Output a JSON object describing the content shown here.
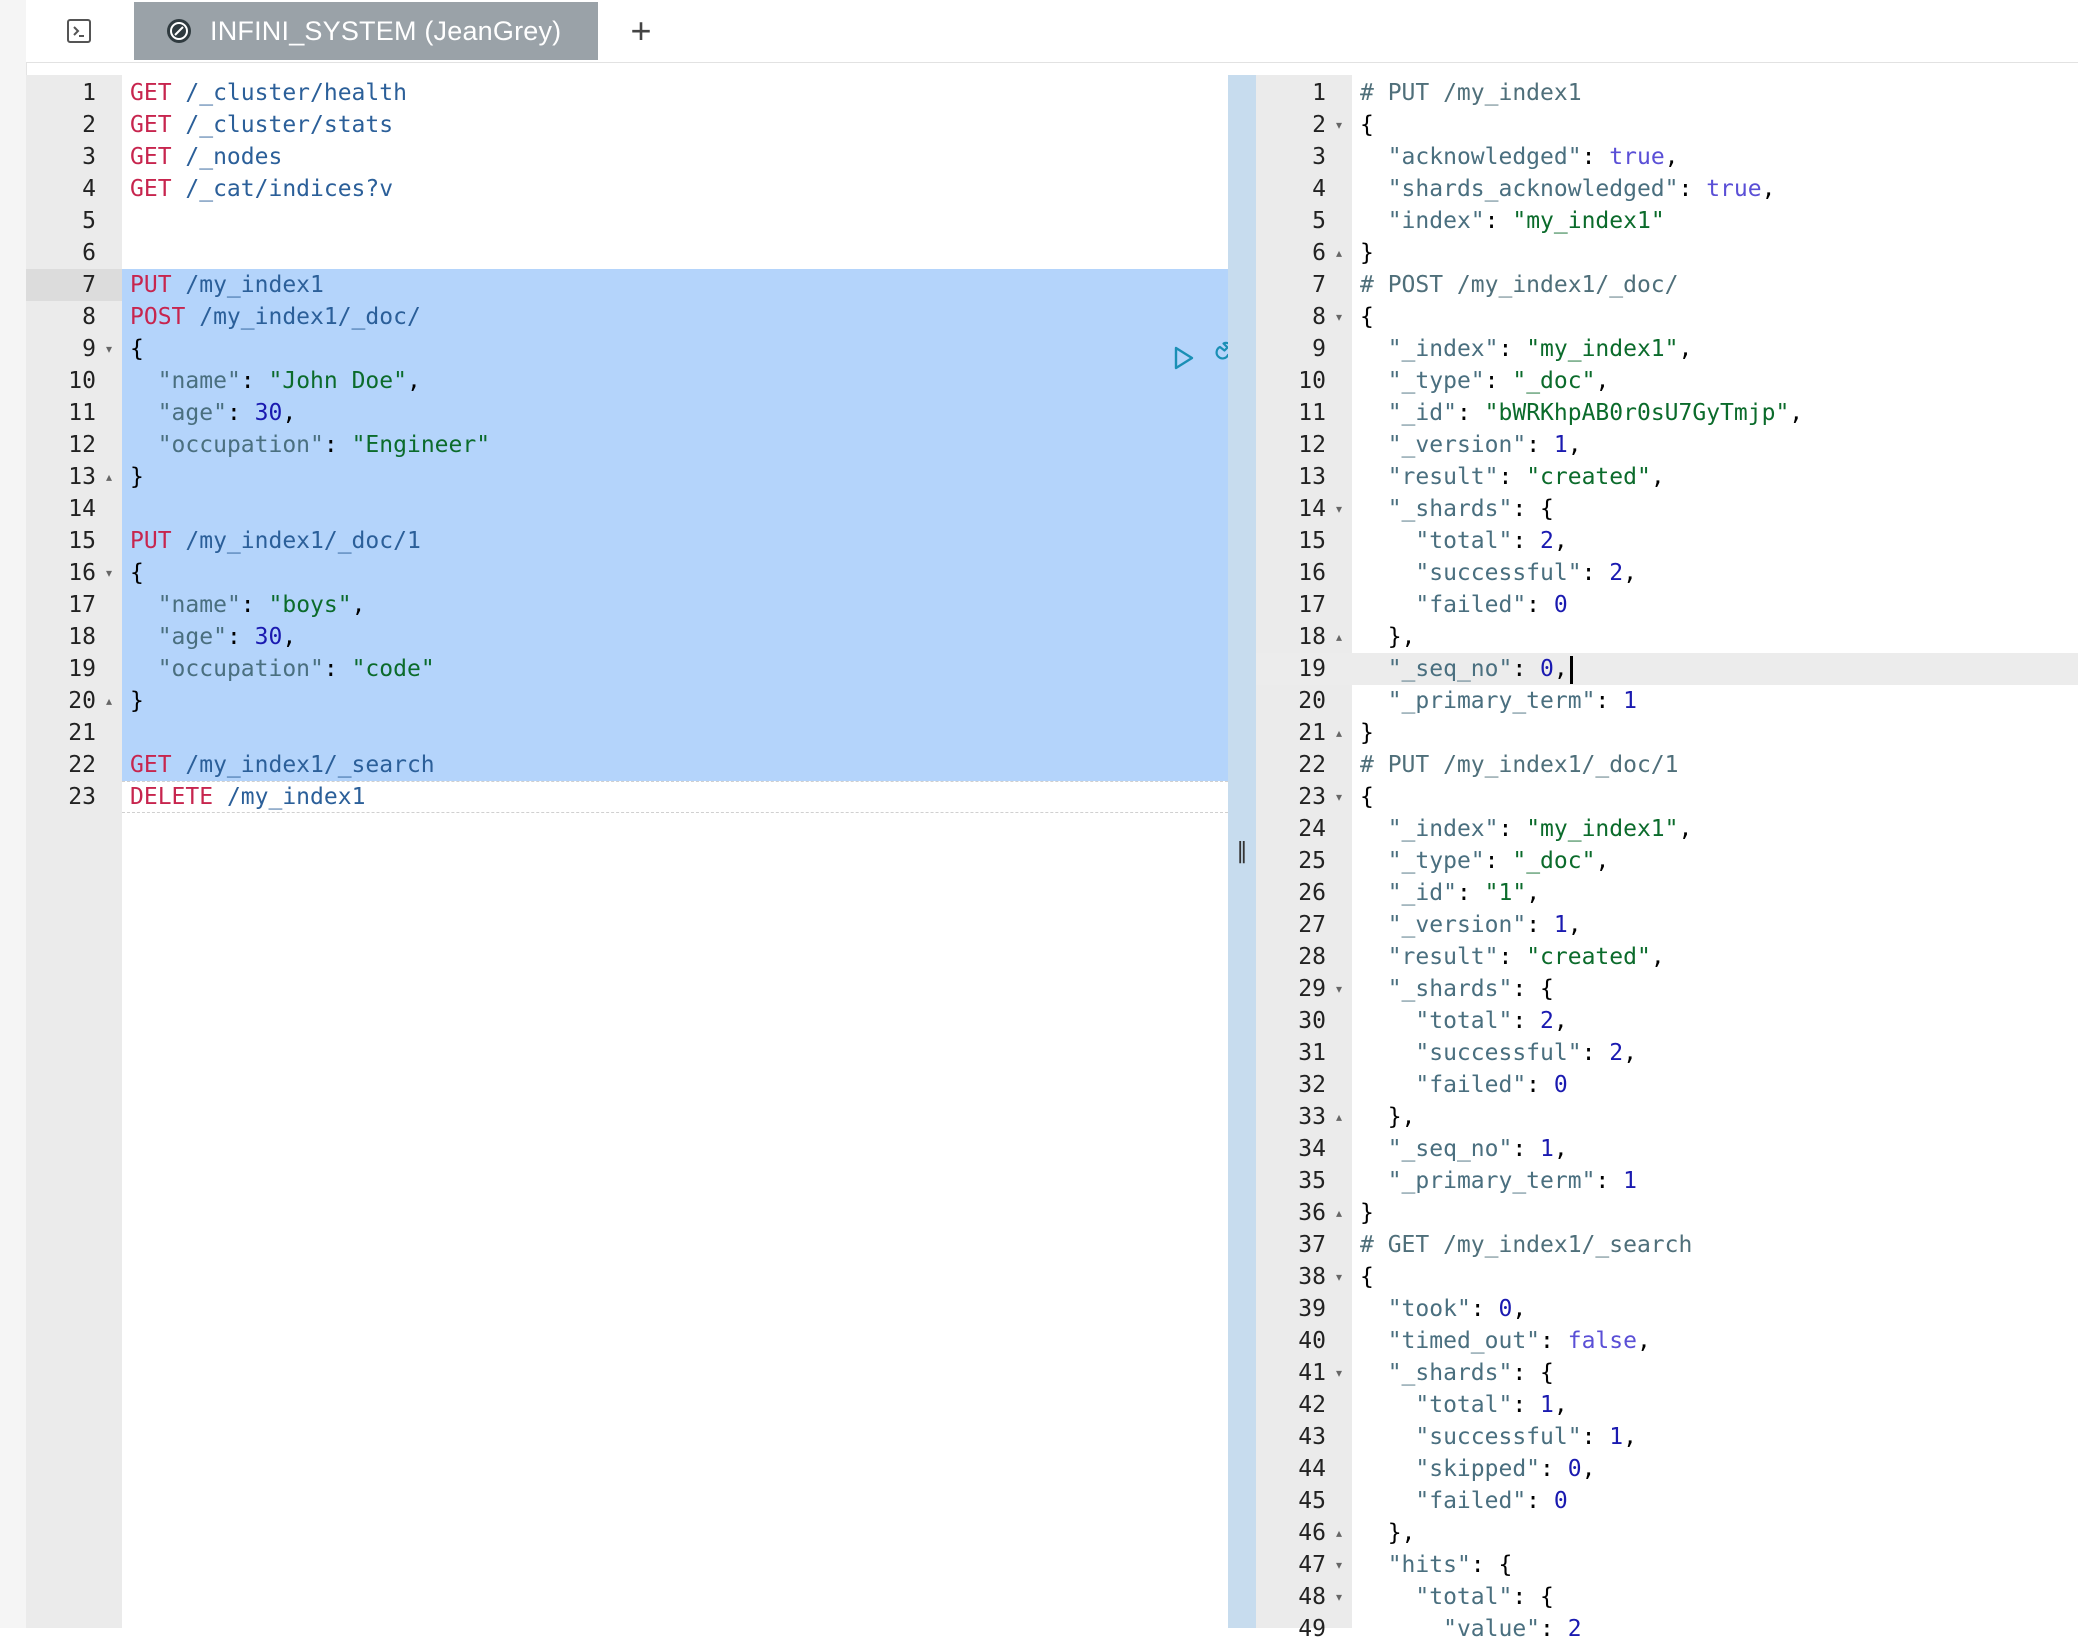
{
  "tab": {
    "title": "INFINI_SYSTEM (JeanGrey)",
    "add_label": "+"
  },
  "icons": {
    "console": "console-icon",
    "cluster": "cluster-logo-icon",
    "run": "play-icon",
    "tools": "wrench-icon",
    "splitter": "splitter-grip-icon"
  },
  "colors": {
    "tab_bg": "#9aa2a8",
    "selection": "#b4d4fb",
    "splitter": "#c7dcee",
    "method": "#c7254e",
    "string": "#0b6b2b",
    "number": "#1a1ab0"
  },
  "request_lines": [
    {
      "n": "1",
      "tokens": [
        [
          "m",
          "GET"
        ],
        [
          "u",
          " /_cluster/health"
        ]
      ]
    },
    {
      "n": "2",
      "tokens": [
        [
          "m",
          "GET"
        ],
        [
          "u",
          " /_cluster/stats"
        ]
      ]
    },
    {
      "n": "3",
      "tokens": [
        [
          "m",
          "GET"
        ],
        [
          "u",
          " /_nodes"
        ]
      ]
    },
    {
      "n": "4",
      "tokens": [
        [
          "m",
          "GET"
        ],
        [
          "u",
          " /_cat/indices?v"
        ]
      ]
    },
    {
      "n": "5",
      "tokens": []
    },
    {
      "n": "6",
      "tokens": []
    },
    {
      "n": "7",
      "tokens": [
        [
          "m",
          "PUT"
        ],
        [
          "u",
          " /my_index1"
        ]
      ]
    },
    {
      "n": "8",
      "tokens": [
        [
          "m",
          "POST"
        ],
        [
          "u",
          " /my_index1/_doc/"
        ]
      ]
    },
    {
      "n": "9",
      "fold": "▾",
      "tokens": [
        [
          "p",
          "{"
        ]
      ]
    },
    {
      "n": "10",
      "tokens": [
        [
          "p",
          "  "
        ],
        [
          "k",
          "\"name\""
        ],
        [
          "p",
          ": "
        ],
        [
          "s",
          "\"John Doe\""
        ],
        [
          "p",
          ","
        ]
      ]
    },
    {
      "n": "11",
      "tokens": [
        [
          "p",
          "  "
        ],
        [
          "k",
          "\"age\""
        ],
        [
          "p",
          ": "
        ],
        [
          "n",
          "30"
        ],
        [
          "p",
          ","
        ]
      ]
    },
    {
      "n": "12",
      "tokens": [
        [
          "p",
          "  "
        ],
        [
          "k",
          "\"occupation\""
        ],
        [
          "p",
          ": "
        ],
        [
          "s",
          "\"Engineer\""
        ]
      ]
    },
    {
      "n": "13",
      "fold": "▴",
      "tokens": [
        [
          "p",
          "}"
        ]
      ]
    },
    {
      "n": "14",
      "tokens": []
    },
    {
      "n": "15",
      "tokens": [
        [
          "m",
          "PUT"
        ],
        [
          "u",
          " /my_index1/_doc/1"
        ]
      ]
    },
    {
      "n": "16",
      "fold": "▾",
      "tokens": [
        [
          "p",
          "{"
        ]
      ]
    },
    {
      "n": "17",
      "tokens": [
        [
          "p",
          "  "
        ],
        [
          "k",
          "\"name\""
        ],
        [
          "p",
          ": "
        ],
        [
          "s",
          "\"boys\""
        ],
        [
          "p",
          ","
        ]
      ]
    },
    {
      "n": "18",
      "tokens": [
        [
          "p",
          "  "
        ],
        [
          "k",
          "\"age\""
        ],
        [
          "p",
          ": "
        ],
        [
          "n",
          "30"
        ],
        [
          "p",
          ","
        ]
      ]
    },
    {
      "n": "19",
      "tokens": [
        [
          "p",
          "  "
        ],
        [
          "k",
          "\"occupation\""
        ],
        [
          "p",
          ": "
        ],
        [
          "s",
          "\"code\""
        ]
      ]
    },
    {
      "n": "20",
      "fold": "▴",
      "tokens": [
        [
          "p",
          "}"
        ]
      ]
    },
    {
      "n": "21",
      "tokens": []
    },
    {
      "n": "22",
      "tokens": [
        [
          "m",
          "GET"
        ],
        [
          "u",
          " /my_index1/_search"
        ]
      ]
    },
    {
      "n": "23",
      "tokens": [
        [
          "m",
          "DELETE"
        ],
        [
          "u",
          " /my_index1"
        ]
      ]
    }
  ],
  "response_lines": [
    {
      "n": "1",
      "tokens": [
        [
          "c",
          "# PUT /my_index1"
        ]
      ]
    },
    {
      "n": "2",
      "fold": "▾",
      "tokens": [
        [
          "p",
          "{"
        ]
      ]
    },
    {
      "n": "3",
      "tokens": [
        [
          "p",
          "  "
        ],
        [
          "k",
          "\"acknowledged\""
        ],
        [
          "p",
          ": "
        ],
        [
          "b",
          "true"
        ],
        [
          "p",
          ","
        ]
      ]
    },
    {
      "n": "4",
      "tokens": [
        [
          "p",
          "  "
        ],
        [
          "k",
          "\"shards_acknowledged\""
        ],
        [
          "p",
          ": "
        ],
        [
          "b",
          "true"
        ],
        [
          "p",
          ","
        ]
      ]
    },
    {
      "n": "5",
      "tokens": [
        [
          "p",
          "  "
        ],
        [
          "k",
          "\"index\""
        ],
        [
          "p",
          ": "
        ],
        [
          "s",
          "\"my_index1\""
        ]
      ]
    },
    {
      "n": "6",
      "fold": "▴",
      "tokens": [
        [
          "p",
          "}"
        ]
      ]
    },
    {
      "n": "7",
      "tokens": [
        [
          "c",
          "# POST /my_index1/_doc/"
        ]
      ]
    },
    {
      "n": "8",
      "fold": "▾",
      "tokens": [
        [
          "p",
          "{"
        ]
      ]
    },
    {
      "n": "9",
      "tokens": [
        [
          "p",
          "  "
        ],
        [
          "k",
          "\"_index\""
        ],
        [
          "p",
          ": "
        ],
        [
          "s",
          "\"my_index1\""
        ],
        [
          "p",
          ","
        ]
      ]
    },
    {
      "n": "10",
      "tokens": [
        [
          "p",
          "  "
        ],
        [
          "k",
          "\"_type\""
        ],
        [
          "p",
          ": "
        ],
        [
          "s",
          "\"_doc\""
        ],
        [
          "p",
          ","
        ]
      ]
    },
    {
      "n": "11",
      "tokens": [
        [
          "p",
          "  "
        ],
        [
          "k",
          "\"_id\""
        ],
        [
          "p",
          ": "
        ],
        [
          "s",
          "\"bWRKhpAB0r0sU7GyTmjp\""
        ],
        [
          "p",
          ","
        ]
      ]
    },
    {
      "n": "12",
      "tokens": [
        [
          "p",
          "  "
        ],
        [
          "k",
          "\"_version\""
        ],
        [
          "p",
          ": "
        ],
        [
          "n",
          "1"
        ],
        [
          "p",
          ","
        ]
      ]
    },
    {
      "n": "13",
      "tokens": [
        [
          "p",
          "  "
        ],
        [
          "k",
          "\"result\""
        ],
        [
          "p",
          ": "
        ],
        [
          "s",
          "\"created\""
        ],
        [
          "p",
          ","
        ]
      ]
    },
    {
      "n": "14",
      "fold": "▾",
      "tokens": [
        [
          "p",
          "  "
        ],
        [
          "k",
          "\"_shards\""
        ],
        [
          "p",
          ": {"
        ]
      ]
    },
    {
      "n": "15",
      "tokens": [
        [
          "p",
          "    "
        ],
        [
          "k",
          "\"total\""
        ],
        [
          "p",
          ": "
        ],
        [
          "n",
          "2"
        ],
        [
          "p",
          ","
        ]
      ]
    },
    {
      "n": "16",
      "tokens": [
        [
          "p",
          "    "
        ],
        [
          "k",
          "\"successful\""
        ],
        [
          "p",
          ": "
        ],
        [
          "n",
          "2"
        ],
        [
          "p",
          ","
        ]
      ]
    },
    {
      "n": "17",
      "tokens": [
        [
          "p",
          "    "
        ],
        [
          "k",
          "\"failed\""
        ],
        [
          "p",
          ": "
        ],
        [
          "n",
          "0"
        ]
      ]
    },
    {
      "n": "18",
      "fold": "▴",
      "tokens": [
        [
          "p",
          "  },"
        ]
      ]
    },
    {
      "n": "19",
      "tokens": [
        [
          "p",
          "  "
        ],
        [
          "k",
          "\"_seq_no\""
        ],
        [
          "p",
          ": "
        ],
        [
          "n",
          "0"
        ],
        [
          "p",
          ","
        ]
      ]
    },
    {
      "n": "20",
      "tokens": [
        [
          "p",
          "  "
        ],
        [
          "k",
          "\"_primary_term\""
        ],
        [
          "p",
          ": "
        ],
        [
          "n",
          "1"
        ]
      ]
    },
    {
      "n": "21",
      "fold": "▴",
      "tokens": [
        [
          "p",
          "}"
        ]
      ]
    },
    {
      "n": "22",
      "tokens": [
        [
          "c",
          "# PUT /my_index1/_doc/1"
        ]
      ]
    },
    {
      "n": "23",
      "fold": "▾",
      "tokens": [
        [
          "p",
          "{"
        ]
      ]
    },
    {
      "n": "24",
      "tokens": [
        [
          "p",
          "  "
        ],
        [
          "k",
          "\"_index\""
        ],
        [
          "p",
          ": "
        ],
        [
          "s",
          "\"my_index1\""
        ],
        [
          "p",
          ","
        ]
      ]
    },
    {
      "n": "25",
      "tokens": [
        [
          "p",
          "  "
        ],
        [
          "k",
          "\"_type\""
        ],
        [
          "p",
          ": "
        ],
        [
          "s",
          "\"_doc\""
        ],
        [
          "p",
          ","
        ]
      ]
    },
    {
      "n": "26",
      "tokens": [
        [
          "p",
          "  "
        ],
        [
          "k",
          "\"_id\""
        ],
        [
          "p",
          ": "
        ],
        [
          "s",
          "\"1\""
        ],
        [
          "p",
          ","
        ]
      ]
    },
    {
      "n": "27",
      "tokens": [
        [
          "p",
          "  "
        ],
        [
          "k",
          "\"_version\""
        ],
        [
          "p",
          ": "
        ],
        [
          "n",
          "1"
        ],
        [
          "p",
          ","
        ]
      ]
    },
    {
      "n": "28",
      "tokens": [
        [
          "p",
          "  "
        ],
        [
          "k",
          "\"result\""
        ],
        [
          "p",
          ": "
        ],
        [
          "s",
          "\"created\""
        ],
        [
          "p",
          ","
        ]
      ]
    },
    {
      "n": "29",
      "fold": "▾",
      "tokens": [
        [
          "p",
          "  "
        ],
        [
          "k",
          "\"_shards\""
        ],
        [
          "p",
          ": {"
        ]
      ]
    },
    {
      "n": "30",
      "tokens": [
        [
          "p",
          "    "
        ],
        [
          "k",
          "\"total\""
        ],
        [
          "p",
          ": "
        ],
        [
          "n",
          "2"
        ],
        [
          "p",
          ","
        ]
      ]
    },
    {
      "n": "31",
      "tokens": [
        [
          "p",
          "    "
        ],
        [
          "k",
          "\"successful\""
        ],
        [
          "p",
          ": "
        ],
        [
          "n",
          "2"
        ],
        [
          "p",
          ","
        ]
      ]
    },
    {
      "n": "32",
      "tokens": [
        [
          "p",
          "    "
        ],
        [
          "k",
          "\"failed\""
        ],
        [
          "p",
          ": "
        ],
        [
          "n",
          "0"
        ]
      ]
    },
    {
      "n": "33",
      "fold": "▴",
      "tokens": [
        [
          "p",
          "  },"
        ]
      ]
    },
    {
      "n": "34",
      "tokens": [
        [
          "p",
          "  "
        ],
        [
          "k",
          "\"_seq_no\""
        ],
        [
          "p",
          ": "
        ],
        [
          "n",
          "1"
        ],
        [
          "p",
          ","
        ]
      ]
    },
    {
      "n": "35",
      "tokens": [
        [
          "p",
          "  "
        ],
        [
          "k",
          "\"_primary_term\""
        ],
        [
          "p",
          ": "
        ],
        [
          "n",
          "1"
        ]
      ]
    },
    {
      "n": "36",
      "fold": "▴",
      "tokens": [
        [
          "p",
          "}"
        ]
      ]
    },
    {
      "n": "37",
      "tokens": [
        [
          "c",
          "# GET /my_index1/_search"
        ]
      ]
    },
    {
      "n": "38",
      "fold": "▾",
      "tokens": [
        [
          "p",
          "{"
        ]
      ]
    },
    {
      "n": "39",
      "tokens": [
        [
          "p",
          "  "
        ],
        [
          "k",
          "\"took\""
        ],
        [
          "p",
          ": "
        ],
        [
          "n",
          "0"
        ],
        [
          "p",
          ","
        ]
      ]
    },
    {
      "n": "40",
      "tokens": [
        [
          "p",
          "  "
        ],
        [
          "k",
          "\"timed_out\""
        ],
        [
          "p",
          ": "
        ],
        [
          "b",
          "false"
        ],
        [
          "p",
          ","
        ]
      ]
    },
    {
      "n": "41",
      "fold": "▾",
      "tokens": [
        [
          "p",
          "  "
        ],
        [
          "k",
          "\"_shards\""
        ],
        [
          "p",
          ": {"
        ]
      ]
    },
    {
      "n": "42",
      "tokens": [
        [
          "p",
          "    "
        ],
        [
          "k",
          "\"total\""
        ],
        [
          "p",
          ": "
        ],
        [
          "n",
          "1"
        ],
        [
          "p",
          ","
        ]
      ]
    },
    {
      "n": "43",
      "tokens": [
        [
          "p",
          "    "
        ],
        [
          "k",
          "\"successful\""
        ],
        [
          "p",
          ": "
        ],
        [
          "n",
          "1"
        ],
        [
          "p",
          ","
        ]
      ]
    },
    {
      "n": "44",
      "tokens": [
        [
          "p",
          "    "
        ],
        [
          "k",
          "\"skipped\""
        ],
        [
          "p",
          ": "
        ],
        [
          "n",
          "0"
        ],
        [
          "p",
          ","
        ]
      ]
    },
    {
      "n": "45",
      "tokens": [
        [
          "p",
          "    "
        ],
        [
          "k",
          "\"failed\""
        ],
        [
          "p",
          ": "
        ],
        [
          "n",
          "0"
        ]
      ]
    },
    {
      "n": "46",
      "fold": "▴",
      "tokens": [
        [
          "p",
          "  },"
        ]
      ]
    },
    {
      "n": "47",
      "fold": "▾",
      "tokens": [
        [
          "p",
          "  "
        ],
        [
          "k",
          "\"hits\""
        ],
        [
          "p",
          ": {"
        ]
      ]
    },
    {
      "n": "48",
      "fold": "▾",
      "tokens": [
        [
          "p",
          "    "
        ],
        [
          "k",
          "\"total\""
        ],
        [
          "p",
          ": {"
        ]
      ]
    },
    {
      "n": "49",
      "tokens": [
        [
          "p",
          "      "
        ],
        [
          "k",
          "\"value\""
        ],
        [
          "p",
          ": "
        ],
        [
          "n",
          "2"
        ]
      ]
    }
  ]
}
